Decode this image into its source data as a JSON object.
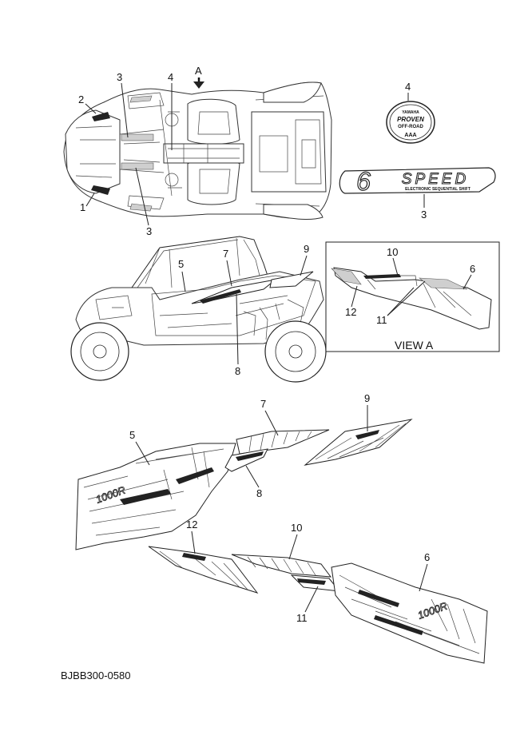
{
  "callouts": {
    "top_view": [
      "3",
      "4",
      "2",
      "1",
      "3",
      "A"
    ],
    "badge": "4",
    "speed_logo": "3",
    "side_view": [
      "5",
      "7",
      "9",
      "8"
    ],
    "view_a": [
      "10",
      "6",
      "12",
      "11"
    ],
    "decals_upper": [
      "5",
      "7",
      "9",
      "8"
    ],
    "decals_lower": [
      "12",
      "10",
      "6",
      "11"
    ]
  },
  "badge_text": {
    "top": "YAMAHA",
    "line1": "PROVEN",
    "line2": "OFF-ROAD",
    "bottom": "AAA"
  },
  "speed_logo_text": {
    "digit": "6",
    "word": "SPEED",
    "tagline": "ELECTRONIC SEQUENTIAL SHIFT"
  },
  "decal_text": {
    "model": "1000R"
  },
  "view_a_label": "VIEW A",
  "diagram_code": "BJBB300-0580"
}
